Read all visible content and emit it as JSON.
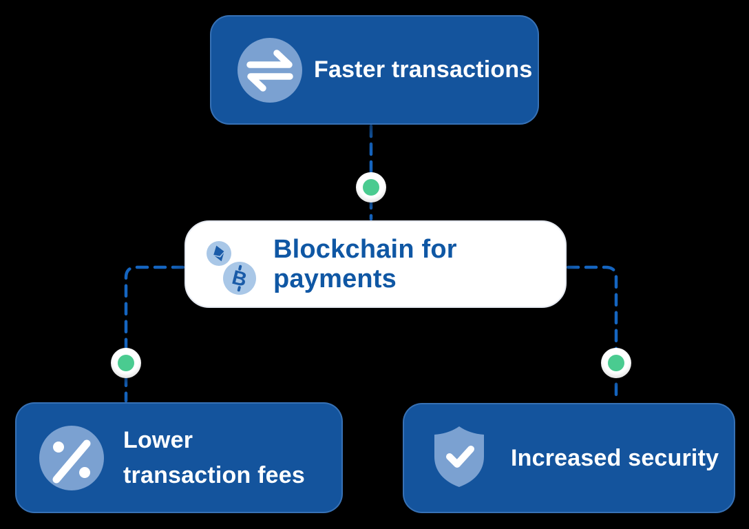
{
  "diagram": {
    "center_node": {
      "label": "Blockchain for payments",
      "bitcoin_glyph": "B",
      "icons": [
        "ethereum-icon",
        "bitcoin-icon"
      ]
    },
    "nodes": {
      "faster": {
        "label": "Faster transactions",
        "icon": "swap-arrows-icon",
        "position": "top"
      },
      "fees": {
        "line1": "Lower",
        "line2": "transaction fees",
        "icon": "percent-icon",
        "position": "bottom-left"
      },
      "security": {
        "label": "Increased security",
        "icon": "shield-check-icon",
        "position": "bottom-right"
      }
    },
    "connector_dots": {
      "count": 3,
      "style": "white-circle-green-center"
    },
    "colors": {
      "background": "#000000",
      "card_blue": "#14549d",
      "card_white": "#ffffff",
      "title_blue": "#0f57a4",
      "icon_circle_blue": "#7ba1d1",
      "crypto_bubble_blue": "#a9c7e7",
      "crypto_glyph_blue": "#1a5ba8",
      "connector_line_blue": "#1565c0",
      "dot_green": "#4acb90",
      "label_white": "#ffffff"
    }
  }
}
